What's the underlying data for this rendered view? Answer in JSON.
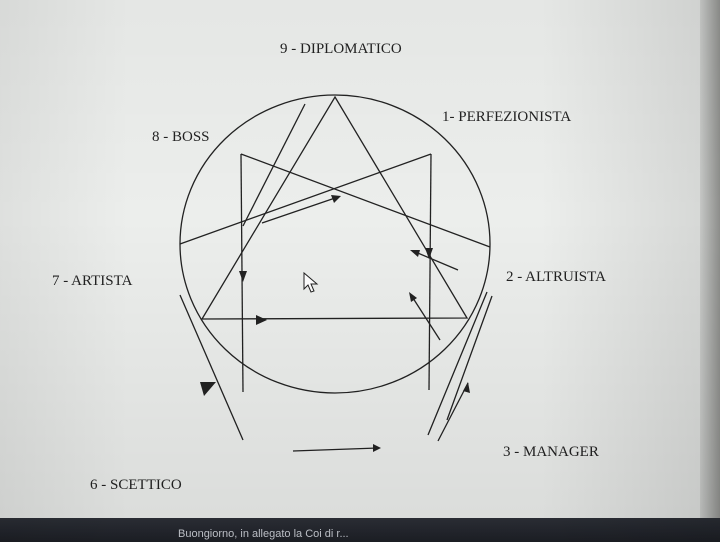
{
  "labels": {
    "type_9": "9 - DIPLOMATICO",
    "type_1": "1- PERFEZIONISTA",
    "type_8": "8 - BOSS",
    "type_7": "7 - ARTISTA",
    "type_2": "2 - ALTRUISTA",
    "type_3": "3 - MANAGER",
    "type_6": "6 - SCETTICO"
  },
  "taskbar": {
    "message": "Buongiorno, in allegato la Coi di r..."
  },
  "colors": {
    "ink": "#222222",
    "paper": "#eceeec"
  },
  "icons": {
    "cursor": "mouse-pointer-icon"
  }
}
